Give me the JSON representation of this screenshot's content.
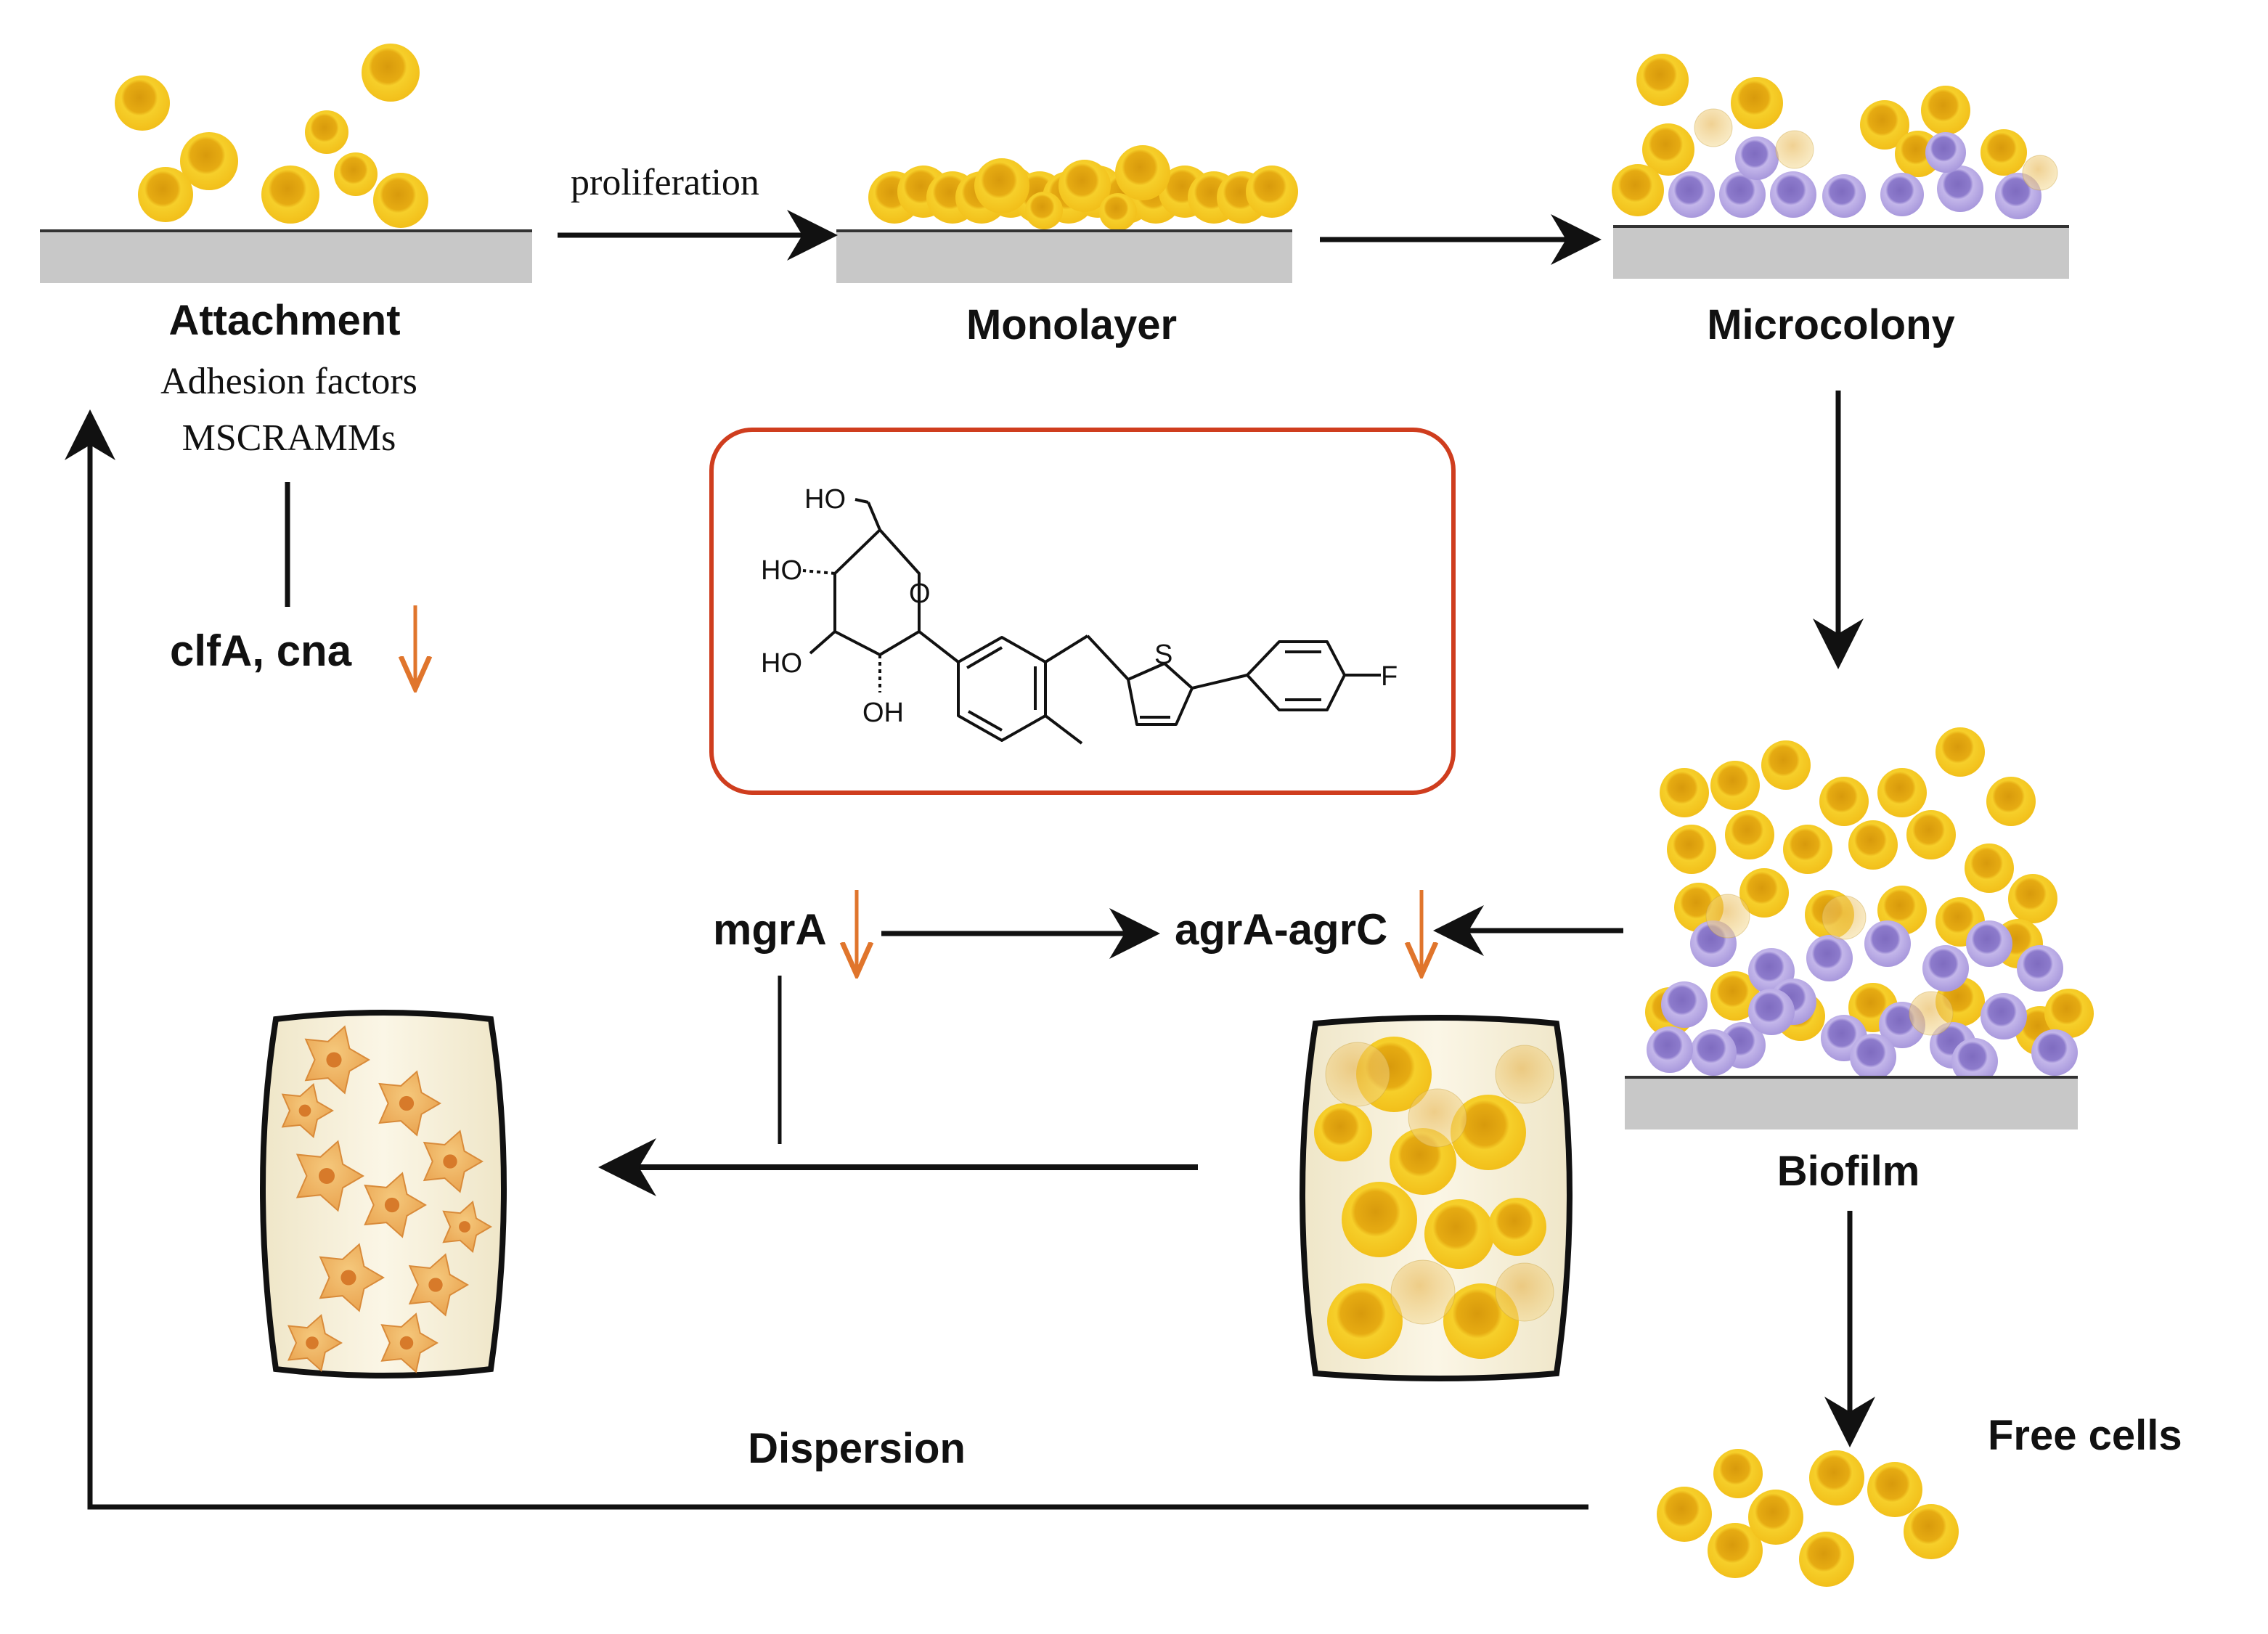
{
  "stages": {
    "attachment": {
      "title": "Attachment",
      "note1": "Adhesion factors",
      "note2": "MSCRAMMs"
    },
    "monolayer": {
      "title": "Monolayer"
    },
    "microcolony": {
      "title": "Microcolony"
    },
    "biofilm": {
      "title": "Biofilm"
    },
    "free_cells": {
      "title": "Free cells"
    },
    "dispersion": {
      "title": "Dispersion"
    }
  },
  "arrows": {
    "proliferation": "proliferation"
  },
  "genes": {
    "adhesion": "clfA, cna",
    "mgra": "mgrA",
    "agr": "agrA-agrC"
  },
  "compound": {
    "atoms": {
      "ho_top": "HO",
      "ho_mid": "HO",
      "ho_low": "HO",
      "oh": "OH",
      "ring_o": "O",
      "s": "S",
      "f": "F"
    }
  },
  "colors": {
    "cell_yellow": "#f2c01a",
    "cell_core": "#d99a0c",
    "cell_purple": "#9f8ed6",
    "surface_gray": "#c8c8c8",
    "down_arrow_orange": "#e0752c",
    "box_border_red": "#cf3d1e",
    "arrow_black": "#111111"
  }
}
